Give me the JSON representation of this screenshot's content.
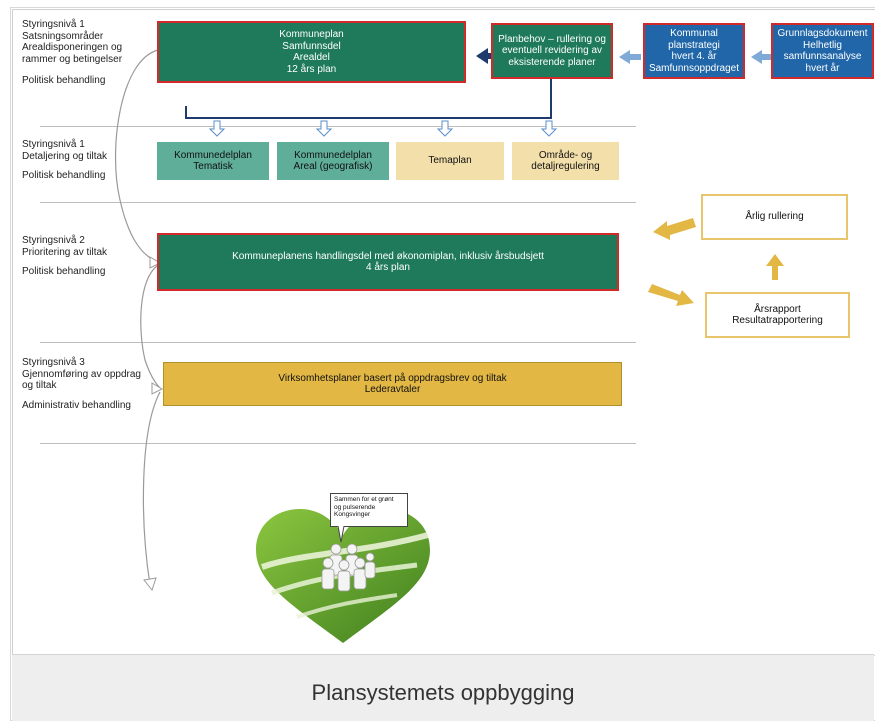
{
  "levels": [
    {
      "title": "Styringsnivå 1\nSatsningsområder\nArealdisponeringen og\nrammer og betingelser",
      "treatment": "Politisk behandling"
    },
    {
      "title": "Styringsnivå 1\nDetaljering og tiltak",
      "treatment": "Politisk behandling"
    },
    {
      "title": "Styringsnivå 2\nPrioritering av tiltak",
      "treatment": "Politisk behandling"
    },
    {
      "title": "Styringsnivå 3\nGjennomføring av oppdrag\n og  tiltak",
      "treatment": "Administrativ behandling"
    }
  ],
  "boxes": {
    "kommuneplan": "Kommuneplan\nSamfunnsdel\nArealdel\n12 års plan",
    "planbehov": "Planbehov – rullering og\neventuell revidering av\neksisterende planer",
    "kommunal_planstrategi": "Kommunal\nplanstrategi\nhvert 4. år\nSamfunnsoppdraget",
    "grunnlagsdokument": "Grunnlagsdokument\nHelhetlig\nsamfunnsanalyse\nhvert år",
    "kdp_tematisk": "Kommunedelplan\nTematisk",
    "kdp_areal": "Kommunedelplan\nAreal (geografisk)",
    "temaplan": "Temaplan",
    "omrade": "Område- og\ndetaljregulering",
    "handlingsdel": "Kommuneplanens handlingsdel med økonomiplan, inklusiv årsbudsjett\n4 års plan",
    "virksomhetsplaner": "Virksomhetsplaner basert på oppdragsbrev og tiltak\nLederavtaler",
    "arlig_rullering": "Årlig rullering",
    "arsrapport": "Årsrapport\nResultatrapportering"
  },
  "speech_bubble": "Sammen for et grønt\nog pulserende\nKongsvinger",
  "caption": "Plansystemets oppbygging",
  "colors": {
    "dark_green": "#1e7a5a",
    "blue": "#2066a8",
    "teal": "#5fae9a",
    "beige": "#f2dfaa",
    "gold": "#e3b744",
    "red_border": "#d22a2a",
    "navy_arrow": "#1f3b6e"
  }
}
